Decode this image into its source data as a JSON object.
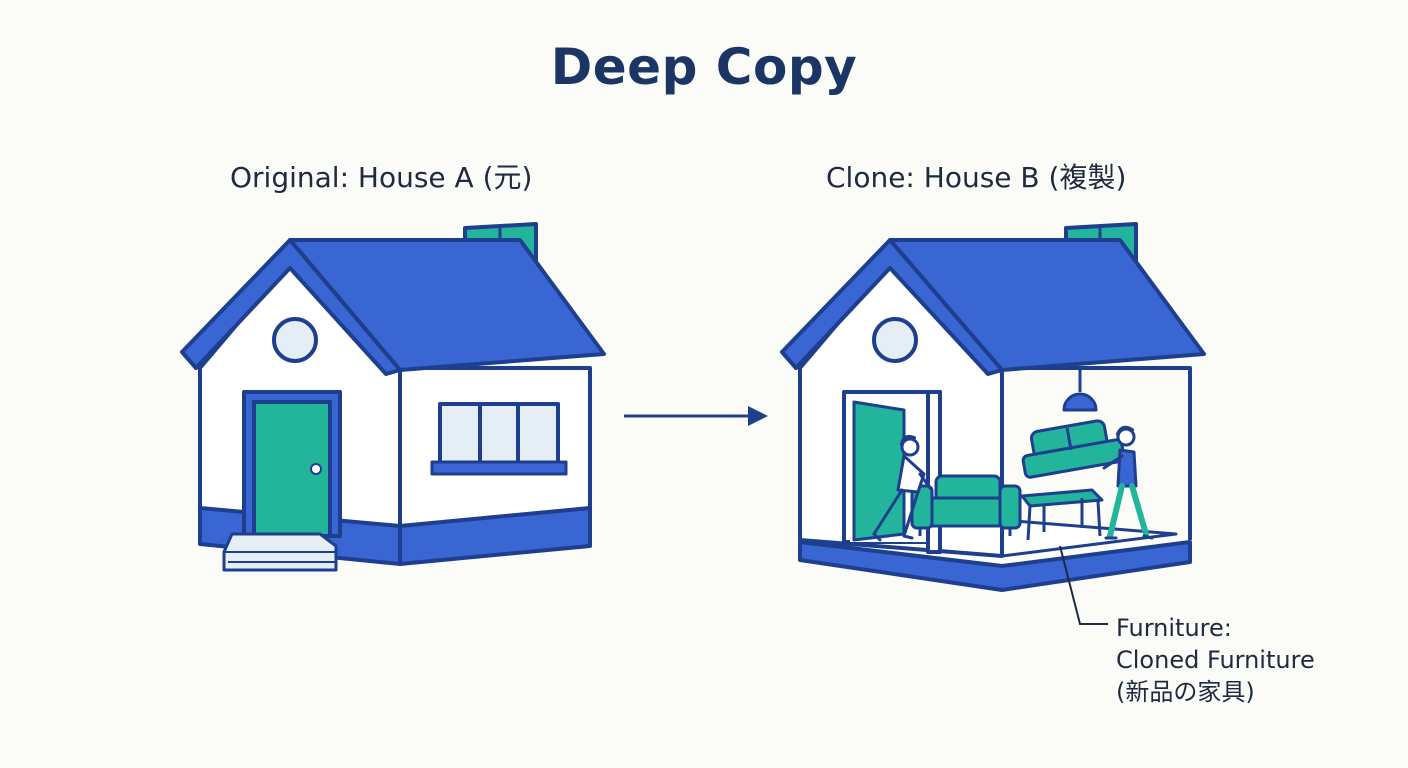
{
  "title": "Deep Copy",
  "original": {
    "label": "Original: House A (元)"
  },
  "clone": {
    "label": "Clone: House B (複製)"
  },
  "callout": {
    "line1": "Furniture:",
    "line2": "Cloned Furniture",
    "line3": "(新品の家具)"
  },
  "colors": {
    "roof": "#3a66d4",
    "outline": "#1d3f8e",
    "teal": "#23b49c",
    "wall": "#ffffff",
    "window": "#e4eef4",
    "text": "#1e2a3e",
    "title": "#1b3565"
  }
}
